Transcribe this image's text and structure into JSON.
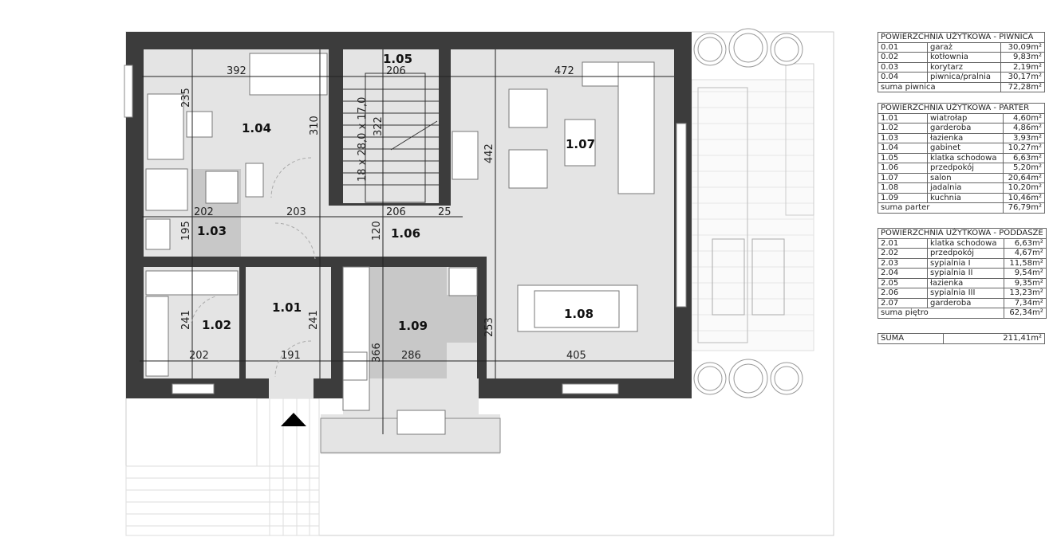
{
  "rooms": {
    "r101": "1.01",
    "r102": "1.02",
    "r103": "1.03",
    "r104": "1.04",
    "r105": "1.05",
    "r106": "1.06",
    "r107": "1.07",
    "r108": "1.08",
    "r109": "1.09"
  },
  "dims": [
    "392",
    "235",
    "310",
    "206",
    "18 x 28,0 x 17,0",
    "322",
    "472",
    "442",
    "202",
    "203",
    "206",
    "25",
    "195",
    "120",
    "241",
    "241",
    "366",
    "253",
    "202",
    "191",
    "286",
    "405"
  ],
  "colors": {
    "wall": "#3c3c3c",
    "room": "#e4e4e4",
    "room_dark": "#c8c8c8",
    "line": "#222222"
  },
  "tables": {
    "piwnica": {
      "title": "POWIERZCHNIA UŻYTKOWA - PIWNICA",
      "rows": [
        {
          "no": "0.01",
          "name": "garaż",
          "area": "30,09m²"
        },
        {
          "no": "0.02",
          "name": "kotłownia",
          "area": "9,83m²"
        },
        {
          "no": "0.03",
          "name": "korytarz",
          "area": "2,19m²"
        },
        {
          "no": "0.04",
          "name": "piwnica/pralnia",
          "area": "30,17m²"
        }
      ],
      "sum_label": "suma piwnica",
      "sum": "72,28m²"
    },
    "parter": {
      "title": "POWIERZCHNIA UŻYTKOWA - PARTER",
      "rows": [
        {
          "no": "1.01",
          "name": "wiatrołap",
          "area": "4,60m²"
        },
        {
          "no": "1.02",
          "name": "garderoba",
          "area": "4,86m²"
        },
        {
          "no": "1.03",
          "name": "łazienka",
          "area": "3,93m²"
        },
        {
          "no": "1.04",
          "name": "gabinet",
          "area": "10,27m²"
        },
        {
          "no": "1.05",
          "name": "klatka schodowa",
          "area": "6,63m²"
        },
        {
          "no": "1.06",
          "name": "przedpokój",
          "area": "5,20m²"
        },
        {
          "no": "1.07",
          "name": "salon",
          "area": "20,64m²"
        },
        {
          "no": "1.08",
          "name": "jadalnia",
          "area": "10,20m²"
        },
        {
          "no": "1.09",
          "name": "kuchnia",
          "area": "10,46m²"
        }
      ],
      "sum_label": "suma parter",
      "sum": "76,79m²"
    },
    "poddasze": {
      "title": "POWIERZCHNIA UŻYTKOWA - PODDASZE",
      "rows": [
        {
          "no": "2.01",
          "name": "klatka schodowa",
          "area": "6,63m²"
        },
        {
          "no": "2.02",
          "name": "przedpokój",
          "area": "4,67m²"
        },
        {
          "no": "2.03",
          "name": "sypialnia I",
          "area": "11,58m²"
        },
        {
          "no": "2.04",
          "name": "sypialnia II",
          "area": "9,54m²"
        },
        {
          "no": "2.05",
          "name": "łazienka",
          "area": "9,35m²"
        },
        {
          "no": "2.06",
          "name": "sypialnia III",
          "area": "13,23m²"
        },
        {
          "no": "2.07",
          "name": "garderoba",
          "area": "7,34m²"
        }
      ],
      "sum_label": "suma piętro",
      "sum": "62,34m²"
    },
    "total": {
      "label": "SUMA",
      "value": "211,41m²"
    }
  }
}
